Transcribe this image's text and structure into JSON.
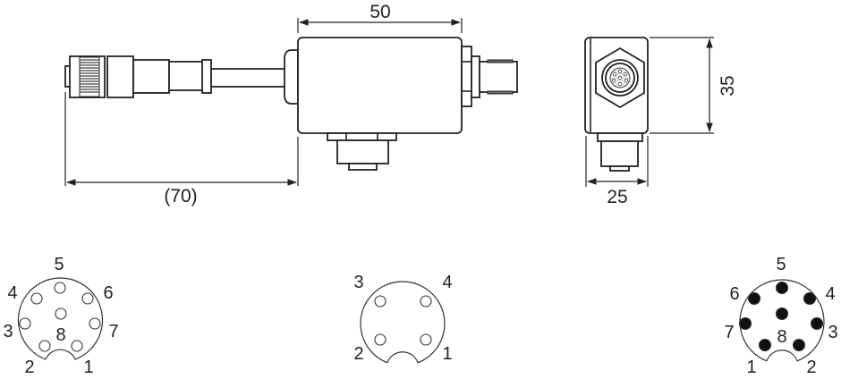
{
  "dimensions": {
    "length": "50",
    "cable_length": "(70)",
    "height": "35",
    "width": "25"
  },
  "pinouts": [
    {
      "name": "female-8-pin",
      "filled": false,
      "labels": [
        "1",
        "2",
        "3",
        "4",
        "5",
        "6",
        "7",
        "8"
      ]
    },
    {
      "name": "female-4-pin",
      "filled": false,
      "labels": [
        "1",
        "2",
        "3",
        "4"
      ]
    },
    {
      "name": "male-8-pin",
      "filled": true,
      "labels": [
        "1",
        "2",
        "3",
        "4",
        "5",
        "6",
        "7",
        "8"
      ]
    }
  ],
  "colors": {
    "line": "#222222",
    "background": "#ffffff"
  }
}
